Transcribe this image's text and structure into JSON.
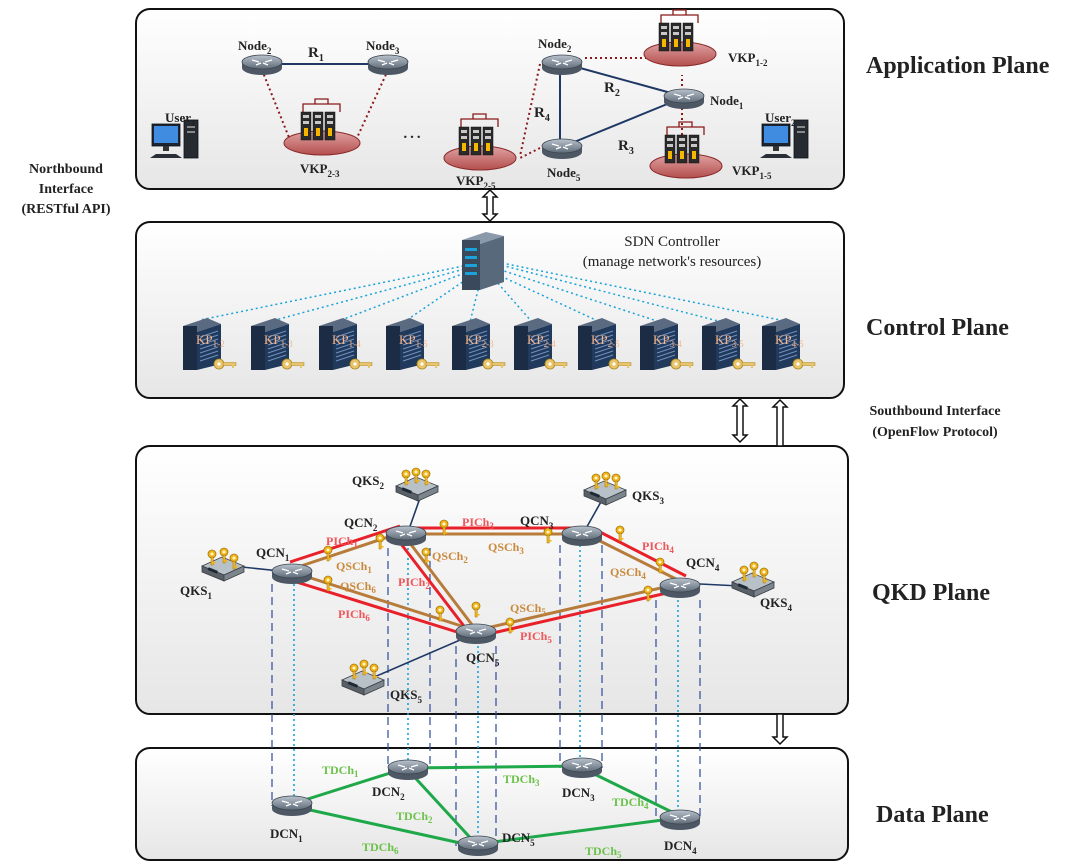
{
  "planes": {
    "application": "Application Plane",
    "control": "Control Plane",
    "qkd": "QKD Plane",
    "data": "Data Plane"
  },
  "northbound": {
    "line1": "Northbound",
    "line2": "Interface",
    "line3": "(RESTful API)"
  },
  "southbound": {
    "line1": "Southbound Interface",
    "line2": "(OpenFlow Protocol)"
  },
  "app": {
    "users": [
      {
        "b": "User",
        "s": "1"
      },
      {
        "b": "User",
        "s": "2"
      }
    ],
    "nodes": [
      {
        "b": "Node",
        "s": "2"
      },
      {
        "b": "Node",
        "s": "3"
      },
      {
        "b": "Node",
        "s": "2"
      },
      {
        "b": "Node",
        "s": "1"
      },
      {
        "b": "Node",
        "s": "5"
      }
    ],
    "links": [
      {
        "b": "R",
        "s": "1"
      },
      {
        "b": "R",
        "s": "2"
      },
      {
        "b": "R",
        "s": "3"
      },
      {
        "b": "R",
        "s": "4"
      }
    ],
    "vkps": [
      {
        "b": "VKP",
        "s": "2-3"
      },
      {
        "b": "VKP",
        "s": "2-5"
      },
      {
        "b": "VKP",
        "s": "1-2"
      },
      {
        "b": "VKP",
        "s": "1-5"
      }
    ],
    "ellipsis": "…"
  },
  "control": {
    "sdn_line1": "SDN Controller",
    "sdn_line2": "(manage network's resources)",
    "kps": [
      {
        "b": "KP",
        "s": "1-2"
      },
      {
        "b": "KP",
        "s": "1-3"
      },
      {
        "b": "KP",
        "s": "1-4"
      },
      {
        "b": "KP",
        "s": "1-5"
      },
      {
        "b": "KP",
        "s": "2-3"
      },
      {
        "b": "KP",
        "s": "2-4"
      },
      {
        "b": "KP",
        "s": "2-5"
      },
      {
        "b": "KP",
        "s": "3-4"
      },
      {
        "b": "KP",
        "s": "3-5"
      },
      {
        "b": "KP",
        "s": "4-5"
      }
    ]
  },
  "qkd": {
    "qcn": [
      {
        "b": "QCN",
        "s": "1"
      },
      {
        "b": "QCN",
        "s": "2"
      },
      {
        "b": "QCN",
        "s": "3"
      },
      {
        "b": "QCN",
        "s": "4"
      },
      {
        "b": "QCN",
        "s": "5"
      }
    ],
    "qks": [
      {
        "b": "QKS",
        "s": "1"
      },
      {
        "b": "QKS",
        "s": "2"
      },
      {
        "b": "QKS",
        "s": "3"
      },
      {
        "b": "QKS",
        "s": "4"
      },
      {
        "b": "QKS",
        "s": "5"
      }
    ],
    "pich": [
      {
        "b": "PICh",
        "s": "1"
      },
      {
        "b": "PICh",
        "s": "2"
      },
      {
        "b": "PICh",
        "s": "3"
      },
      {
        "b": "PICh",
        "s": "4"
      },
      {
        "b": "PICh",
        "s": "5"
      },
      {
        "b": "PICh",
        "s": "6"
      }
    ],
    "qsch": [
      {
        "b": "QSCh",
        "s": "1"
      },
      {
        "b": "QSCh",
        "s": "2"
      },
      {
        "b": "QSCh",
        "s": "3"
      },
      {
        "b": "QSCh",
        "s": "4"
      },
      {
        "b": "QSCh",
        "s": "5"
      },
      {
        "b": "QSCh",
        "s": "6"
      }
    ]
  },
  "data": {
    "dcn": [
      {
        "b": "DCN",
        "s": "1"
      },
      {
        "b": "DCN",
        "s": "2"
      },
      {
        "b": "DCN",
        "s": "3"
      },
      {
        "b": "DCN",
        "s": "4"
      },
      {
        "b": "DCN",
        "s": "5"
      }
    ],
    "tdch": [
      {
        "b": "TDCh",
        "s": "1"
      },
      {
        "b": "TDCh",
        "s": "2"
      },
      {
        "b": "TDCh",
        "s": "3"
      },
      {
        "b": "TDCh",
        "s": "4"
      },
      {
        "b": "TDCh",
        "s": "5"
      },
      {
        "b": "TDCh",
        "s": "6"
      }
    ]
  },
  "colors": {
    "pich_line": "#e8202a",
    "qsch_line": "#b77b3a",
    "tdch_line": "#1fa84a",
    "app_link": "#1f3864",
    "vkp_dotted": "#8b1a1a",
    "kp_dotted": "#19a3d9",
    "dashed_vertical": "#2b4a9a",
    "cyan_vertical": "#19a3d9"
  }
}
